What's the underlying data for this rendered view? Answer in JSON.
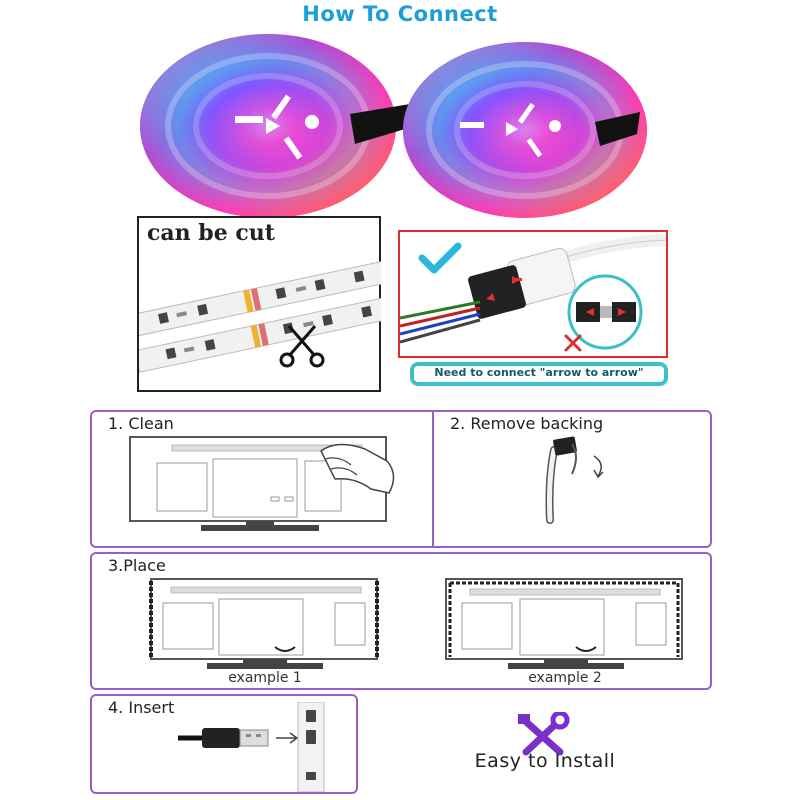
{
  "title": "How To Connect",
  "colors": {
    "title": "#1a9fd8",
    "frame": "#9b5fc0",
    "pill": "#3cbfc6",
    "check": "#2ab8d8",
    "cross": "#d83030",
    "tools": "#7b2fc8"
  },
  "cut": {
    "label": "can be cut"
  },
  "connect": {
    "note": "Need to connect \"arrow to arrow\""
  },
  "steps": {
    "clean": {
      "label": "1. Clean"
    },
    "remove": {
      "label": "2. Remove backing"
    },
    "place": {
      "label": "3.Place",
      "example1": "example 1",
      "example2": "example 2"
    },
    "insert": {
      "label": "4. Insert"
    }
  },
  "footer": {
    "easy_label": "Easy to Install"
  }
}
